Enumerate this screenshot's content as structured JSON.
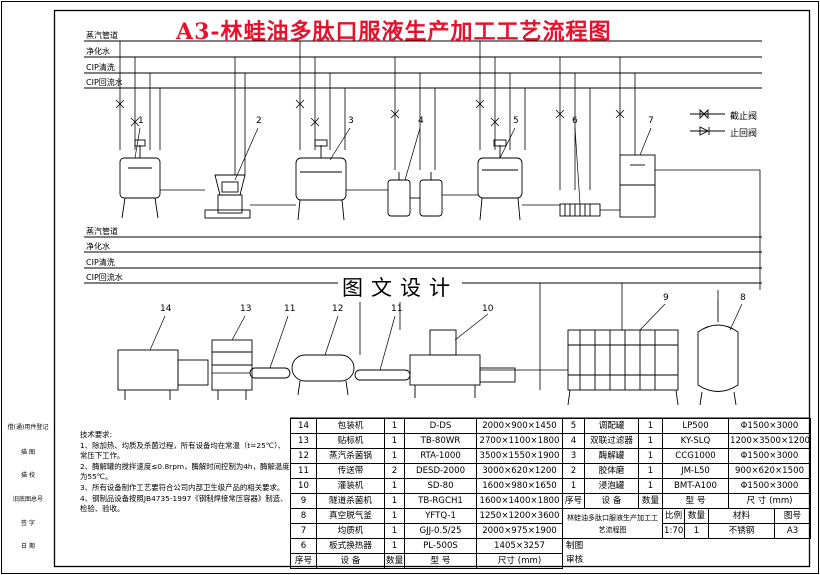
{
  "title": "A3-林蛙油多肽口服液生产加工工艺流程图",
  "watermark": "图文设计",
  "pipes": {
    "top": [
      "蒸汽管道",
      "净化水",
      "CIP清洗",
      "CIP回流水"
    ],
    "bottom": [
      "蒸汽管道",
      "净化水",
      "CIP清洗",
      "CIP回流水"
    ]
  },
  "legend": {
    "shutoff_valve": "截止阀",
    "check_valve": "止回阀"
  },
  "equipment_numbers": [
    "1",
    "2",
    "3",
    "4",
    "5",
    "6",
    "7",
    "8",
    "9",
    "10",
    "11",
    "12",
    "11",
    "13",
    "14"
  ],
  "notes": {
    "heading": "技术要求:",
    "items": [
      "1、除加热、均质及杀菌过程，所有设备均在常温（t=25℃）、常压下工作。",
      "2、酶解罐的搅拌速度≤0.8rpm，酶解时间控制为4h，酶解温度为55℃。",
      "3、所有设备制作工艺要符合公司内部卫生级产品的相关要求。",
      "4、钢制品设备按照JB4735-1997《钢制焊接常压容器》制造、检验、验收。"
    ]
  },
  "side_labels": [
    "借(通)用件登记",
    "描 图",
    "描 校",
    "旧底图总号",
    "签 字",
    "日 期"
  ],
  "left_table": [
    {
      "no": "14",
      "name": "包装机",
      "qty": "1",
      "model": "D-DS",
      "size": "2000×900×1450"
    },
    {
      "no": "13",
      "name": "贴标机",
      "qty": "1",
      "model": "TB-80WR",
      "size": "2700×1100×1800"
    },
    {
      "no": "12",
      "name": "蒸汽杀菌锅",
      "qty": "1",
      "model": "RTA-1000",
      "size": "3500×1550×1900"
    },
    {
      "no": "11",
      "name": "传送带",
      "qty": "2",
      "model": "DESD-2000",
      "size": "3000×620×1200"
    },
    {
      "no": "10",
      "name": "灌装机",
      "qty": "1",
      "model": "SD-80",
      "size": "1600×980×1650"
    },
    {
      "no": "9",
      "name": "隧道杀菌机",
      "qty": "1",
      "model": "TB-RGCH1",
      "size": "1600×1400×1800"
    },
    {
      "no": "8",
      "name": "真空脱气釜",
      "qty": "1",
      "model": "YFTQ-1",
      "size": "1250×1200×3600"
    },
    {
      "no": "7",
      "name": "均质机",
      "qty": "1",
      "model": "GJJ-0.5/25",
      "size": "2000×975×1900"
    },
    {
      "no": "6",
      "name": "板式换热器",
      "qty": "1",
      "model": "PL-500S",
      "size": "1405×3257"
    }
  ],
  "left_header": {
    "no": "序号",
    "name": "设 备",
    "qty": "数量",
    "model": "型 号",
    "size": "尺寸 (mm)"
  },
  "right_table": [
    {
      "no": "5",
      "name": "调配罐",
      "qty": "1",
      "model": "LP500",
      "size": "Φ1500×3000"
    },
    {
      "no": "4",
      "name": "双联过滤器",
      "qty": "1",
      "model": "KY-SLQ",
      "size": "1200×3500×1200"
    },
    {
      "no": "3",
      "name": "酶解罐",
      "qty": "1",
      "model": "CCG1000",
      "size": "Φ1500×3000"
    },
    {
      "no": "2",
      "name": "胶体磨",
      "qty": "1",
      "model": "JM-L50",
      "size": "900×620×1500"
    },
    {
      "no": "1",
      "name": "浸泡罐",
      "qty": "1",
      "model": "BMT-A100",
      "size": "Φ1500×3000"
    }
  ],
  "right_header": {
    "no": "序号",
    "name": "设 备",
    "qty": "数量",
    "model": "型 号",
    "size": "尺 寸 (mm)"
  },
  "title_block": {
    "drawing_name": "林蛙油多肽口服液生产加工工艺流程图",
    "scale_label": "比例",
    "qty_label": "数量",
    "material_label": "材料",
    "drawing_no_label": "图号",
    "scale": "1:70",
    "qty": "1",
    "material": "不锈钢",
    "drawing_no": "A3",
    "drawn_label": "制图",
    "audit_label": "审核"
  }
}
